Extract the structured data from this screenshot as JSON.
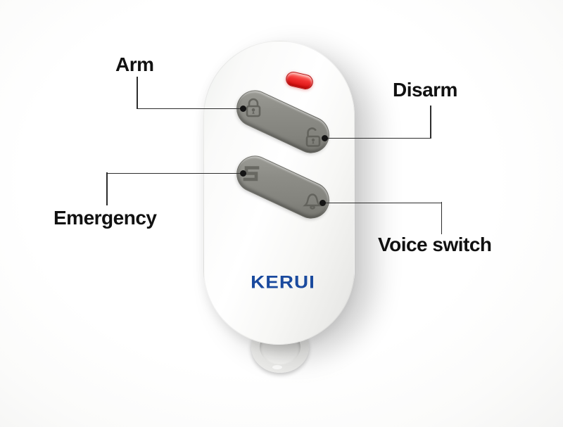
{
  "product_diagram": {
    "brand_logo": "KERUI",
    "device": "alarm-remote-keyfob",
    "callouts": [
      {
        "id": "arm",
        "label": "Arm",
        "icon": "lock-closed-icon"
      },
      {
        "id": "disarm",
        "label": "Disarm",
        "icon": "lock-open-icon"
      },
      {
        "id": "emergency",
        "label": "Emergency",
        "icon": "sos-icon"
      },
      {
        "id": "voice_switch",
        "label": "Voice switch",
        "icon": "bell-icon"
      }
    ],
    "indicator": {
      "name": "led-indicator",
      "color": "#e02020"
    },
    "colors": {
      "logo_blue": "#1a4a9e",
      "button_gray": "#888882",
      "body_white": "#ffffff",
      "callout_line": "#2d2d2d"
    }
  }
}
